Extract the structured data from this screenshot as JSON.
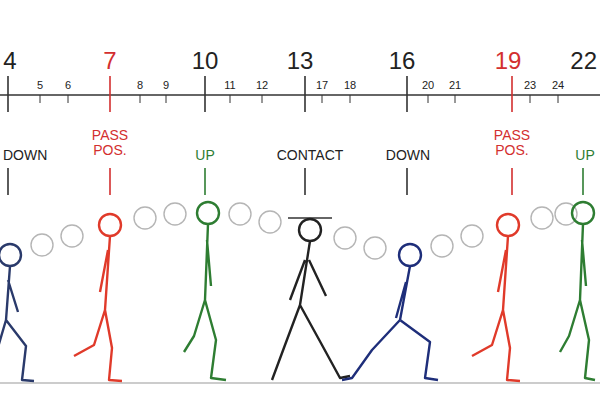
{
  "diagram": {
    "labels": [
      "4",
      "7",
      "10",
      "13",
      "16",
      "19",
      "22",
      "5",
      "6",
      "8",
      "9",
      "11",
      "12",
      "17",
      "18",
      "20",
      "21",
      "23",
      "24",
      "DOWN",
      "PASS POS.",
      "UP",
      "CONTACT",
      "DOWN",
      "PASS POS.",
      "UP"
    ]
  }
}
